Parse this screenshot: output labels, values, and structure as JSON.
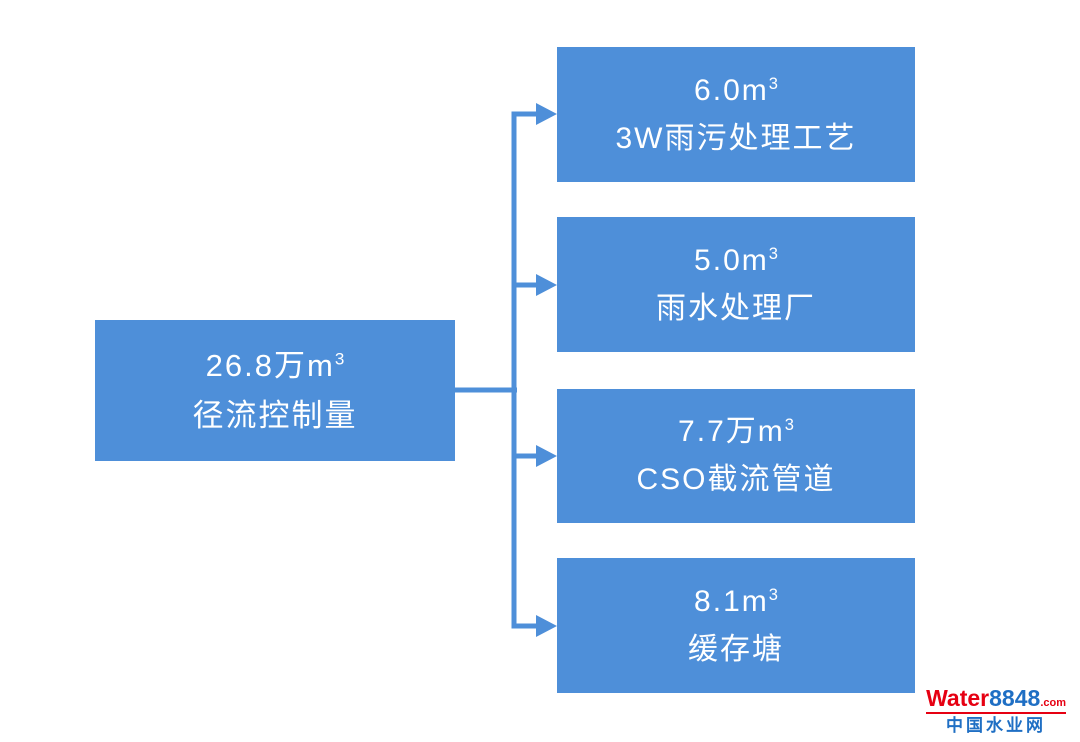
{
  "diagram": {
    "root": {
      "value": "26.8万m",
      "sup": "3",
      "label": "径流控制量"
    },
    "children": [
      {
        "value": "6.0m",
        "sup": "3",
        "label": "3W雨污处理工艺"
      },
      {
        "value": "5.0m",
        "sup": "3",
        "label": "雨水处理厂"
      },
      {
        "value": "7.7万m",
        "sup": "3",
        "label": "CSO截流管道"
      },
      {
        "value": "8.1m",
        "sup": "3",
        "label": "缓存塘"
      }
    ],
    "colors": {
      "box": "#4E8FD9",
      "text": "#FFFFFF",
      "connector": "#4E8FD9"
    }
  },
  "watermark": {
    "brand": "Water",
    "number": "8848",
    "domain": ".com",
    "subtitle": "中国水业网",
    "colors": {
      "brand": "#E60012",
      "number": "#1F6FC4",
      "subtitle": "#1F6FC4"
    }
  }
}
